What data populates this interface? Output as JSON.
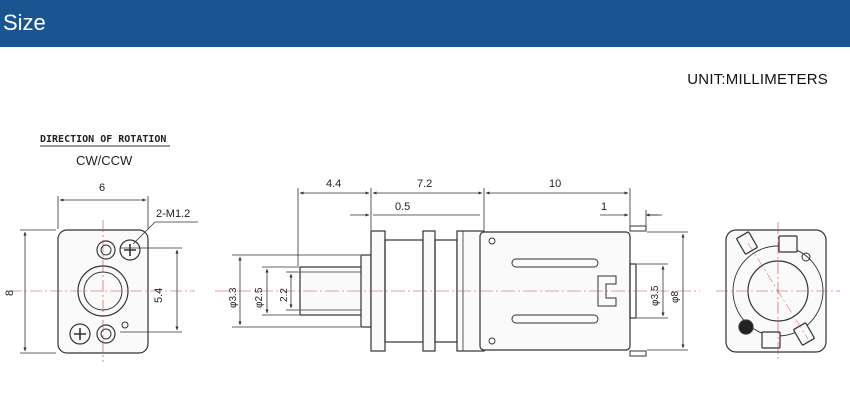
{
  "header": {
    "title": "Size"
  },
  "unit_label": "UNIT:MILLIMETERS",
  "rotation": {
    "heading": "DIRECTION OF ROTATION",
    "value": "CW/CCW"
  },
  "front_view": {
    "width": "6",
    "height": "8",
    "hole_spacing": "5.4",
    "thread": "2-M1.2"
  },
  "side_view": {
    "shaft_length": "4.4",
    "gearbox_length": "7.2",
    "motor_length": "10",
    "flange_thickness": "0.5",
    "terminal_length": "1",
    "boss_diameter": "φ3.3",
    "shaft_diameter": "φ2.5",
    "flat_width": "2.2",
    "bearing_diameter": "φ3.5",
    "motor_diameter": "φ8"
  },
  "colors": {
    "header": "#1a5592",
    "centerline": "#d04040"
  }
}
